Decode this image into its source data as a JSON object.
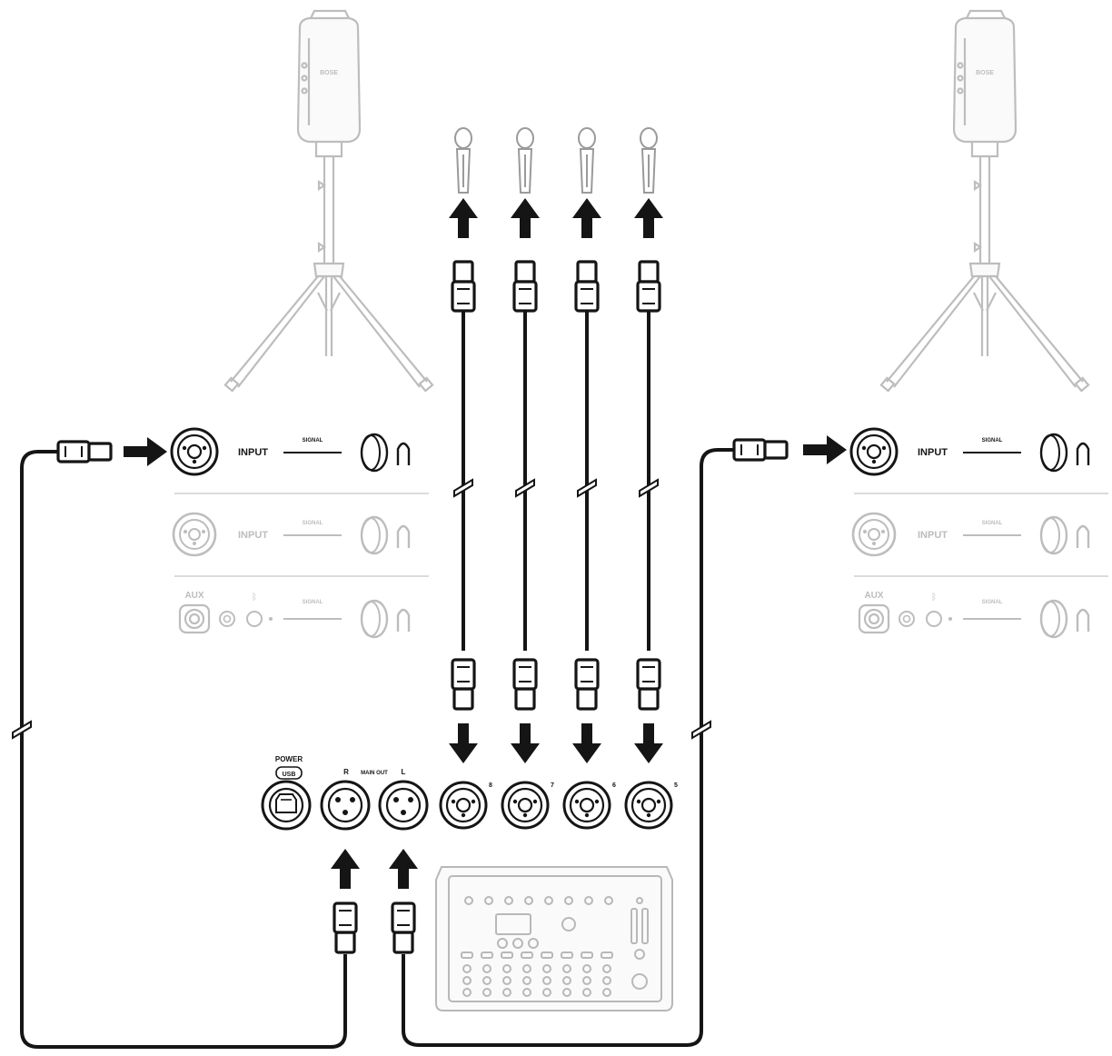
{
  "brand": "BOSE",
  "speaker_panel": {
    "rows": [
      {
        "input_label": "INPUT",
        "signal_label": "SIGNAL"
      },
      {
        "input_label": "INPUT",
        "signal_label": "SIGNAL"
      },
      {
        "aux_label": "AUX",
        "signal_label": "SIGNAL"
      }
    ]
  },
  "mixer_panel": {
    "power_label": "POWER",
    "usb_label": "USB",
    "main_out_label": "MAIN OUT",
    "r_label": "R",
    "l_label": "L",
    "channels": [
      "8",
      "7",
      "6",
      "5"
    ]
  },
  "colors": {
    "cable": "#1a1a1a",
    "faded": "#b8b8b8",
    "line": "#222222"
  }
}
